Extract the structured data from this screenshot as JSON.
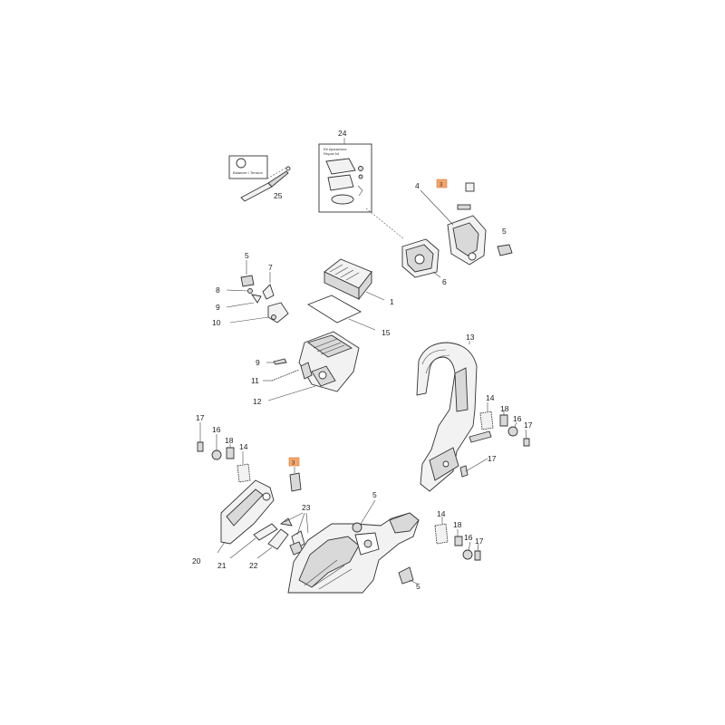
{
  "callouts": {
    "c24": "24",
    "c25": "25",
    "c4": "4",
    "c5a": "5",
    "c6": "6",
    "c5b": "5",
    "c7": "7",
    "c8": "8",
    "c9a": "9",
    "c10": "10",
    "c1": "1",
    "c15": "15",
    "c9b": "9",
    "c11": "11",
    "c12": "12",
    "c13": "13",
    "c14a": "14",
    "c18a": "18",
    "c16a": "16",
    "c17a": "17",
    "c17b": "17",
    "c17c": "17",
    "c16b": "16",
    "c18b": "18",
    "c14b": "14",
    "c5c": "5",
    "c23": "23",
    "c20": "20",
    "c21": "21",
    "c22": "22",
    "c14c": "14",
    "c18c": "18",
    "c16c": "16",
    "c17d": "17",
    "c5d": "5",
    "hl1": "3",
    "hl2": "3"
  },
  "kit_box": {
    "line1": "Kit riparazione",
    "line2": "Repair kit"
  },
  "tool_label": "Balancer / Tension"
}
